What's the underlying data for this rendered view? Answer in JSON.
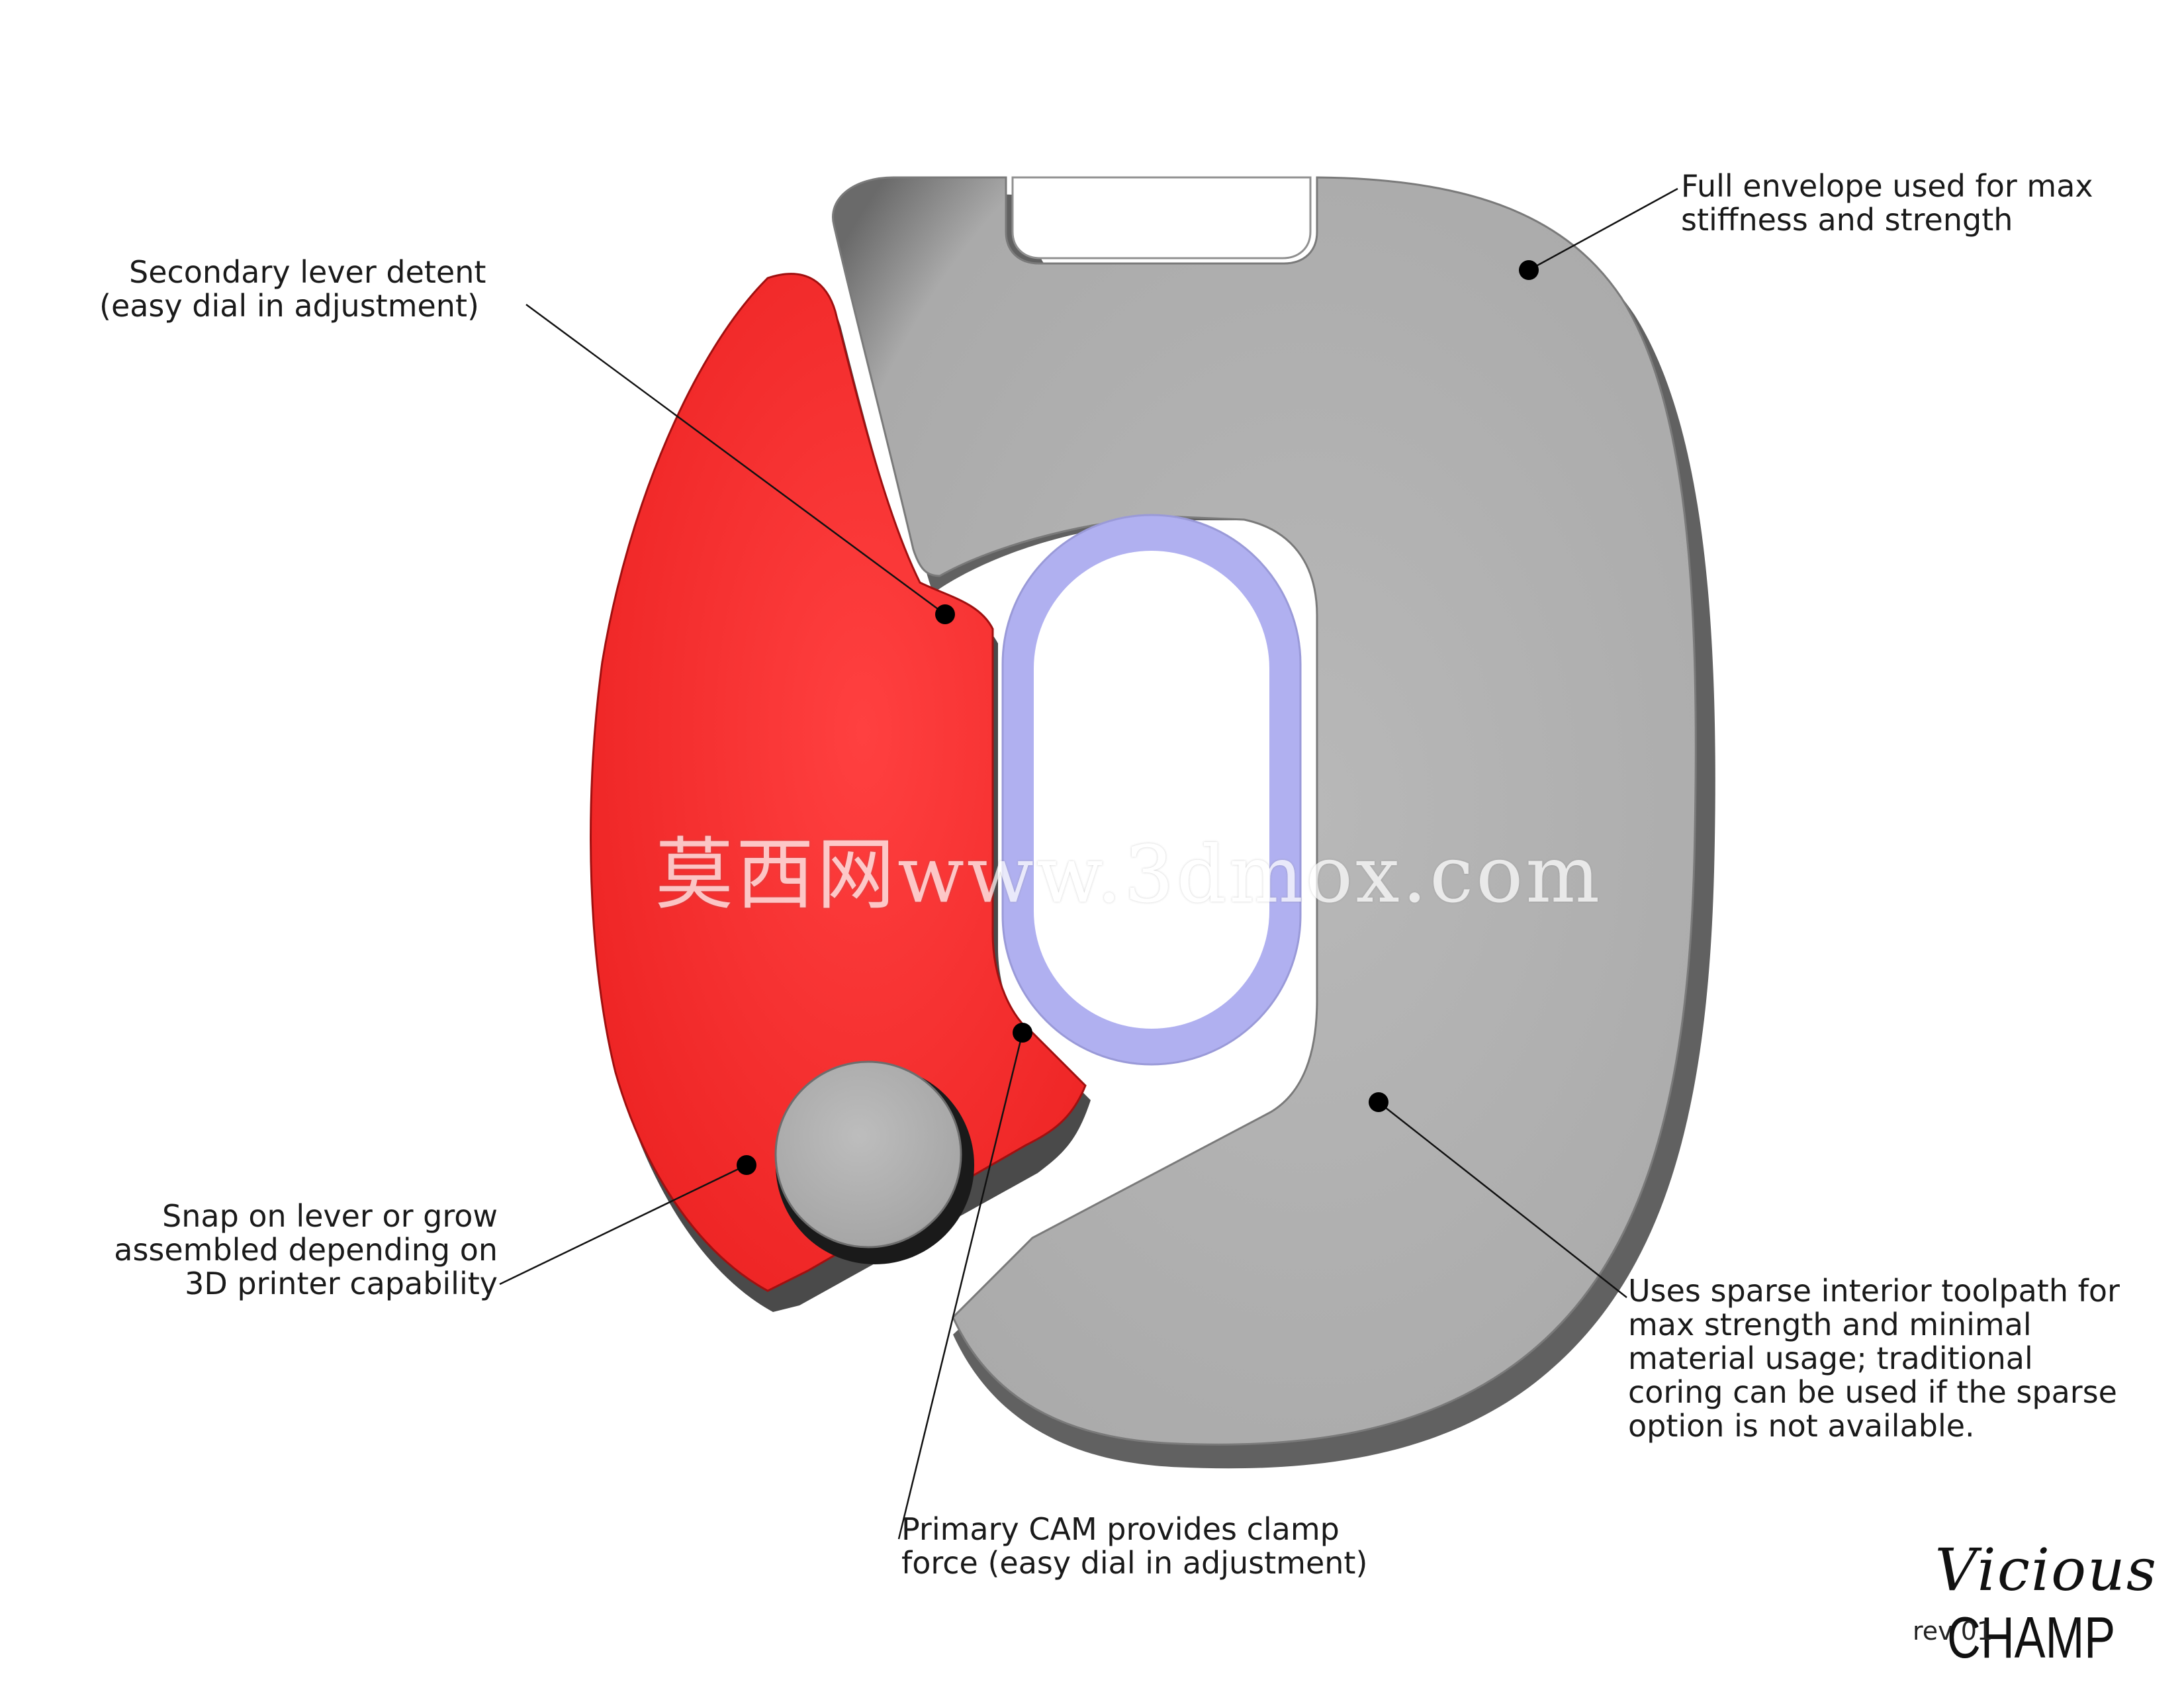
{
  "callouts": {
    "envelope": {
      "lines": [
        "Full envelope used for max",
        "stiffness and strength"
      ]
    },
    "detent": {
      "lines": [
        "Secondary lever detent",
        "(easy dial in adjustment)"
      ]
    },
    "snap": {
      "lines": [
        "Snap on lever or grow",
        "assembled depending on",
        "3D printer capability"
      ]
    },
    "sparse": {
      "lines": [
        "Uses sparse interior toolpath for",
        "max strength and minimal",
        "material usage; traditional",
        "coring can be used if the sparse",
        "option is not available."
      ]
    },
    "cam": {
      "lines": [
        "Primary CAM provides clamp",
        "force (easy dial in adjustment)"
      ]
    }
  },
  "title": {
    "script": "Vicious",
    "name": "CHAMP",
    "revision": "rev 01"
  },
  "watermark": "莫西网www.3dmox.com",
  "colors": {
    "body_gray": "#b3b3b3",
    "lever_red": "#ff3333",
    "slot_lavender": "#b0b0f0",
    "leader_line": "#111111"
  }
}
